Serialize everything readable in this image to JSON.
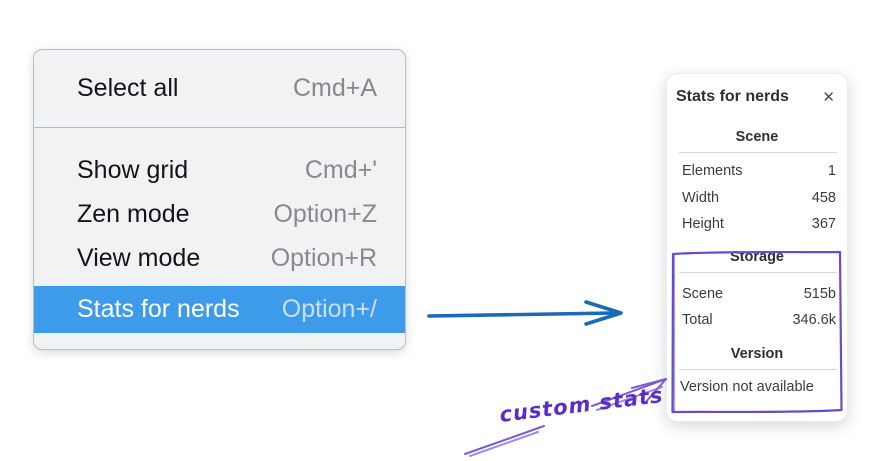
{
  "colors": {
    "menu_highlight_blue": "#3d9be9",
    "flow_arrow_blue": "#1a6ab8",
    "annotation_purple": "#6a4bcd"
  },
  "menu": {
    "items": [
      {
        "label": "Select all",
        "shortcut": "Cmd+A",
        "highlighted": false
      },
      {
        "label": "Show grid",
        "shortcut": "Cmd+'",
        "highlighted": false
      },
      {
        "label": "Zen mode",
        "shortcut": "Option+Z",
        "highlighted": false
      },
      {
        "label": "View mode",
        "shortcut": "Option+R",
        "highlighted": false
      },
      {
        "label": "Stats for nerds",
        "shortcut": "Option+/",
        "highlighted": true
      }
    ]
  },
  "panel": {
    "title": "Stats for nerds",
    "close_icon": "✕",
    "sections": [
      {
        "header": "Scene",
        "rows": [
          {
            "label": "Elements",
            "value": "1"
          },
          {
            "label": "Width",
            "value": "458"
          },
          {
            "label": "Height",
            "value": "367"
          }
        ]
      },
      {
        "header": "Storage",
        "rows": [
          {
            "label": "Scene",
            "value": "515b"
          },
          {
            "label": "Total",
            "value": "346.6k"
          }
        ]
      },
      {
        "header": "Version",
        "note": "Version not available"
      }
    ]
  },
  "annotation": {
    "text": "custom stats"
  }
}
